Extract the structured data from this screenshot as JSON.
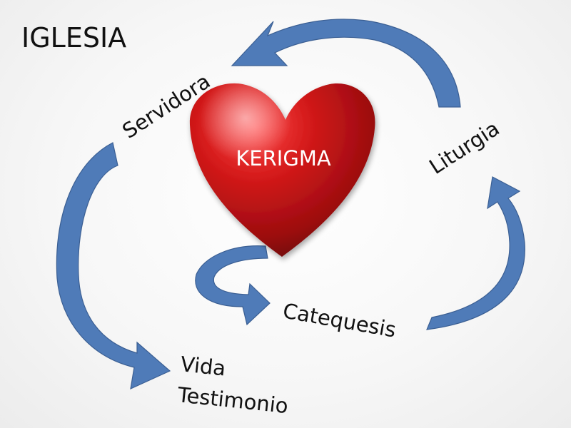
{
  "title": "IGLESIA",
  "center": "KERIGMA",
  "nodes": {
    "servidora": "Servidora",
    "liturgia": "Liturgia",
    "catequesis": "Catequesis",
    "vida": "Vida",
    "testimonio": "Testimonio"
  },
  "colors": {
    "arrow": "#4f7bb8",
    "heart": "#c1121f",
    "background": "#f7f7f7"
  }
}
